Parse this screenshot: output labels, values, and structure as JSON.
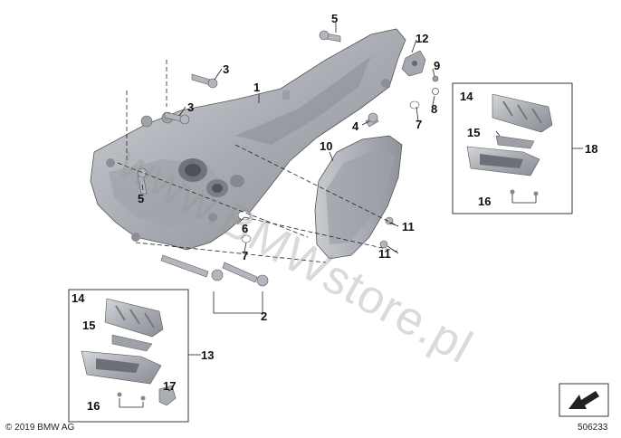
{
  "labels": {
    "n1": "1",
    "n2": "2",
    "n3a": "3",
    "n3b": "3",
    "n4": "4",
    "n5a": "5",
    "n5b": "5",
    "n6": "6",
    "n7a": "7",
    "n7b": "7",
    "n8": "8",
    "n9": "9",
    "n10": "10",
    "n11a": "11",
    "n11b": "11",
    "n12": "12",
    "n13": "13",
    "n14a": "14",
    "n14b": "14",
    "n15a": "15",
    "n15b": "15",
    "n16a": "16",
    "n16b": "16",
    "n17": "17",
    "n18": "18"
  },
  "footer": {
    "copyright": "© 2019 BMW AG",
    "diagram_number": "506233"
  },
  "watermark": "www.BMWstore.pl",
  "colors": {
    "part_fill": "#b9bcc1",
    "part_dark": "#7d8187",
    "line": "#222222"
  }
}
